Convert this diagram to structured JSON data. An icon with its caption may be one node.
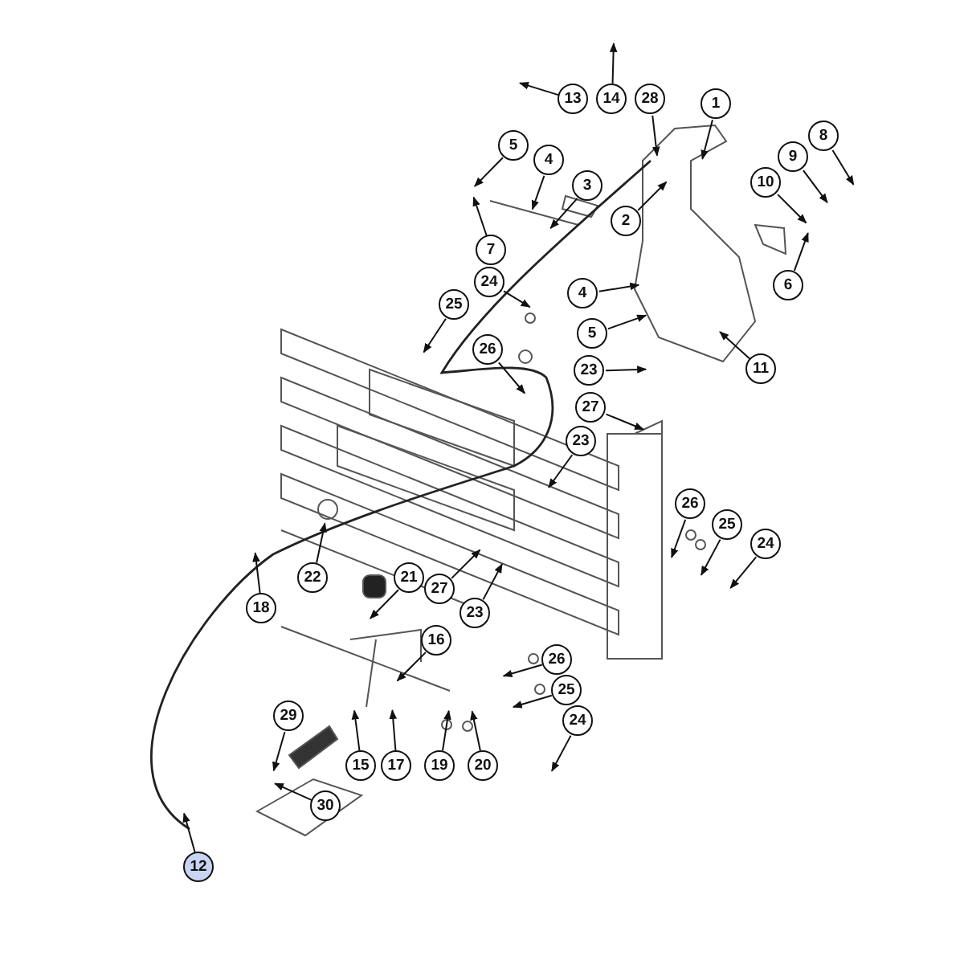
{
  "diagram": {
    "nodes": [
      {
        "text": [
          "13"
        ]
      },
      {
        "text": [
          "14"
        ]
      },
      {
        "text": [
          "28"
        ]
      },
      {
        "text": [
          "1"
        ]
      },
      {
        "text": [
          "8"
        ]
      },
      {
        "text": [
          "5"
        ]
      },
      {
        "text": [
          "4"
        ]
      },
      {
        "text": [
          "9"
        ]
      },
      {
        "text": [
          "3"
        ]
      },
      {
        "text": [
          "10"
        ]
      },
      {
        "text": [
          "2"
        ]
      },
      {
        "text": [
          "7"
        ]
      },
      {
        "text": [
          "6"
        ]
      },
      {
        "text": [
          "24"
        ]
      },
      {
        "text": [
          "4"
        ]
      },
      {
        "text": [
          "25"
        ]
      },
      {
        "text": [
          "5"
        ]
      },
      {
        "text": [
          "26"
        ]
      },
      {
        "text": [
          "23"
        ]
      },
      {
        "text": [
          "11"
        ]
      },
      {
        "text": [
          "27"
        ]
      },
      {
        "text": [
          "23"
        ]
      },
      {
        "text": [
          "26"
        ]
      },
      {
        "text": [
          "25"
        ]
      },
      {
        "text": [
          "24"
        ]
      },
      {
        "text": [
          "22"
        ]
      },
      {
        "text": [
          "21"
        ]
      },
      {
        "text": [
          "18"
        ]
      },
      {
        "text": [
          "27"
        ]
      },
      {
        "text": [
          "23"
        ]
      },
      {
        "text": [
          "16"
        ]
      },
      {
        "text": [
          "26"
        ]
      },
      {
        "text": [
          "25"
        ]
      },
      {
        "text": [
          "24"
        ]
      },
      {
        "text": [
          "29"
        ]
      },
      {
        "text": [
          "15"
        ]
      },
      {
        "text": [
          "17"
        ]
      },
      {
        "text": [
          "19"
        ]
      },
      {
        "text": [
          "20"
        ]
      },
      {
        "text": [
          "30"
        ]
      },
      {
        "text": [
          "12"
        ]
      }
    ],
    "edges": [
      {
        "from": 0,
        "to": null,
        "arrow": "to"
      },
      {
        "from": 1,
        "to": null,
        "arrow": "to"
      },
      {
        "from": 2,
        "to": null,
        "arrow": "to"
      },
      {
        "from": 3,
        "to": null,
        "arrow": "to"
      },
      {
        "from": 4,
        "to": null,
        "arrow": "to"
      },
      {
        "from": 5,
        "to": null,
        "arrow": "to"
      },
      {
        "from": 6,
        "to": null,
        "arrow": "to"
      },
      {
        "from": 7,
        "to": null,
        "arrow": "to"
      },
      {
        "from": 8,
        "to": null,
        "arrow": "to"
      },
      {
        "from": 9,
        "to": null,
        "arrow": "to"
      },
      {
        "from": 10,
        "to": null,
        "arrow": "to"
      },
      {
        "from": 11,
        "to": null,
        "arrow": "to"
      },
      {
        "from": 12,
        "to": null,
        "arrow": "to"
      },
      {
        "from": 13,
        "to": null,
        "arrow": "to"
      },
      {
        "from": 14,
        "to": null,
        "arrow": "to"
      },
      {
        "from": 15,
        "to": null,
        "arrow": "to"
      },
      {
        "from": 16,
        "to": null,
        "arrow": "to"
      },
      {
        "from": 17,
        "to": null,
        "arrow": "to"
      },
      {
        "from": 18,
        "to": null,
        "arrow": "to"
      },
      {
        "from": 19,
        "to": null,
        "arrow": "to"
      },
      {
        "from": 20,
        "to": null,
        "arrow": "to"
      },
      {
        "from": 21,
        "to": null,
        "arrow": "to"
      },
      {
        "from": 22,
        "to": null,
        "arrow": "to"
      },
      {
        "from": 23,
        "to": null,
        "arrow": "to"
      },
      {
        "from": 24,
        "to": null,
        "arrow": "to"
      },
      {
        "from": 25,
        "to": null,
        "arrow": "to"
      },
      {
        "from": 26,
        "to": null,
        "arrow": "to"
      },
      {
        "from": 27,
        "to": null,
        "arrow": "to"
      },
      {
        "from": 28,
        "to": null,
        "arrow": "to"
      },
      {
        "from": 29,
        "to": null,
        "arrow": "to"
      },
      {
        "from": 30,
        "to": null,
        "arrow": "to"
      },
      {
        "from": 31,
        "to": null,
        "arrow": "to"
      },
      {
        "from": 32,
        "to": null,
        "arrow": "to"
      },
      {
        "from": 33,
        "to": null,
        "arrow": "to"
      },
      {
        "from": 34,
        "to": null,
        "arrow": "to"
      },
      {
        "from": 35,
        "to": null,
        "arrow": "to"
      },
      {
        "from": 36,
        "to": null,
        "arrow": "to"
      },
      {
        "from": 37,
        "to": null,
        "arrow": "to"
      },
      {
        "from": 38,
        "to": null,
        "arrow": "to"
      },
      {
        "from": 39,
        "to": null,
        "arrow": "to"
      },
      {
        "from": 40,
        "to": null,
        "arrow": "to"
      }
    ]
  }
}
